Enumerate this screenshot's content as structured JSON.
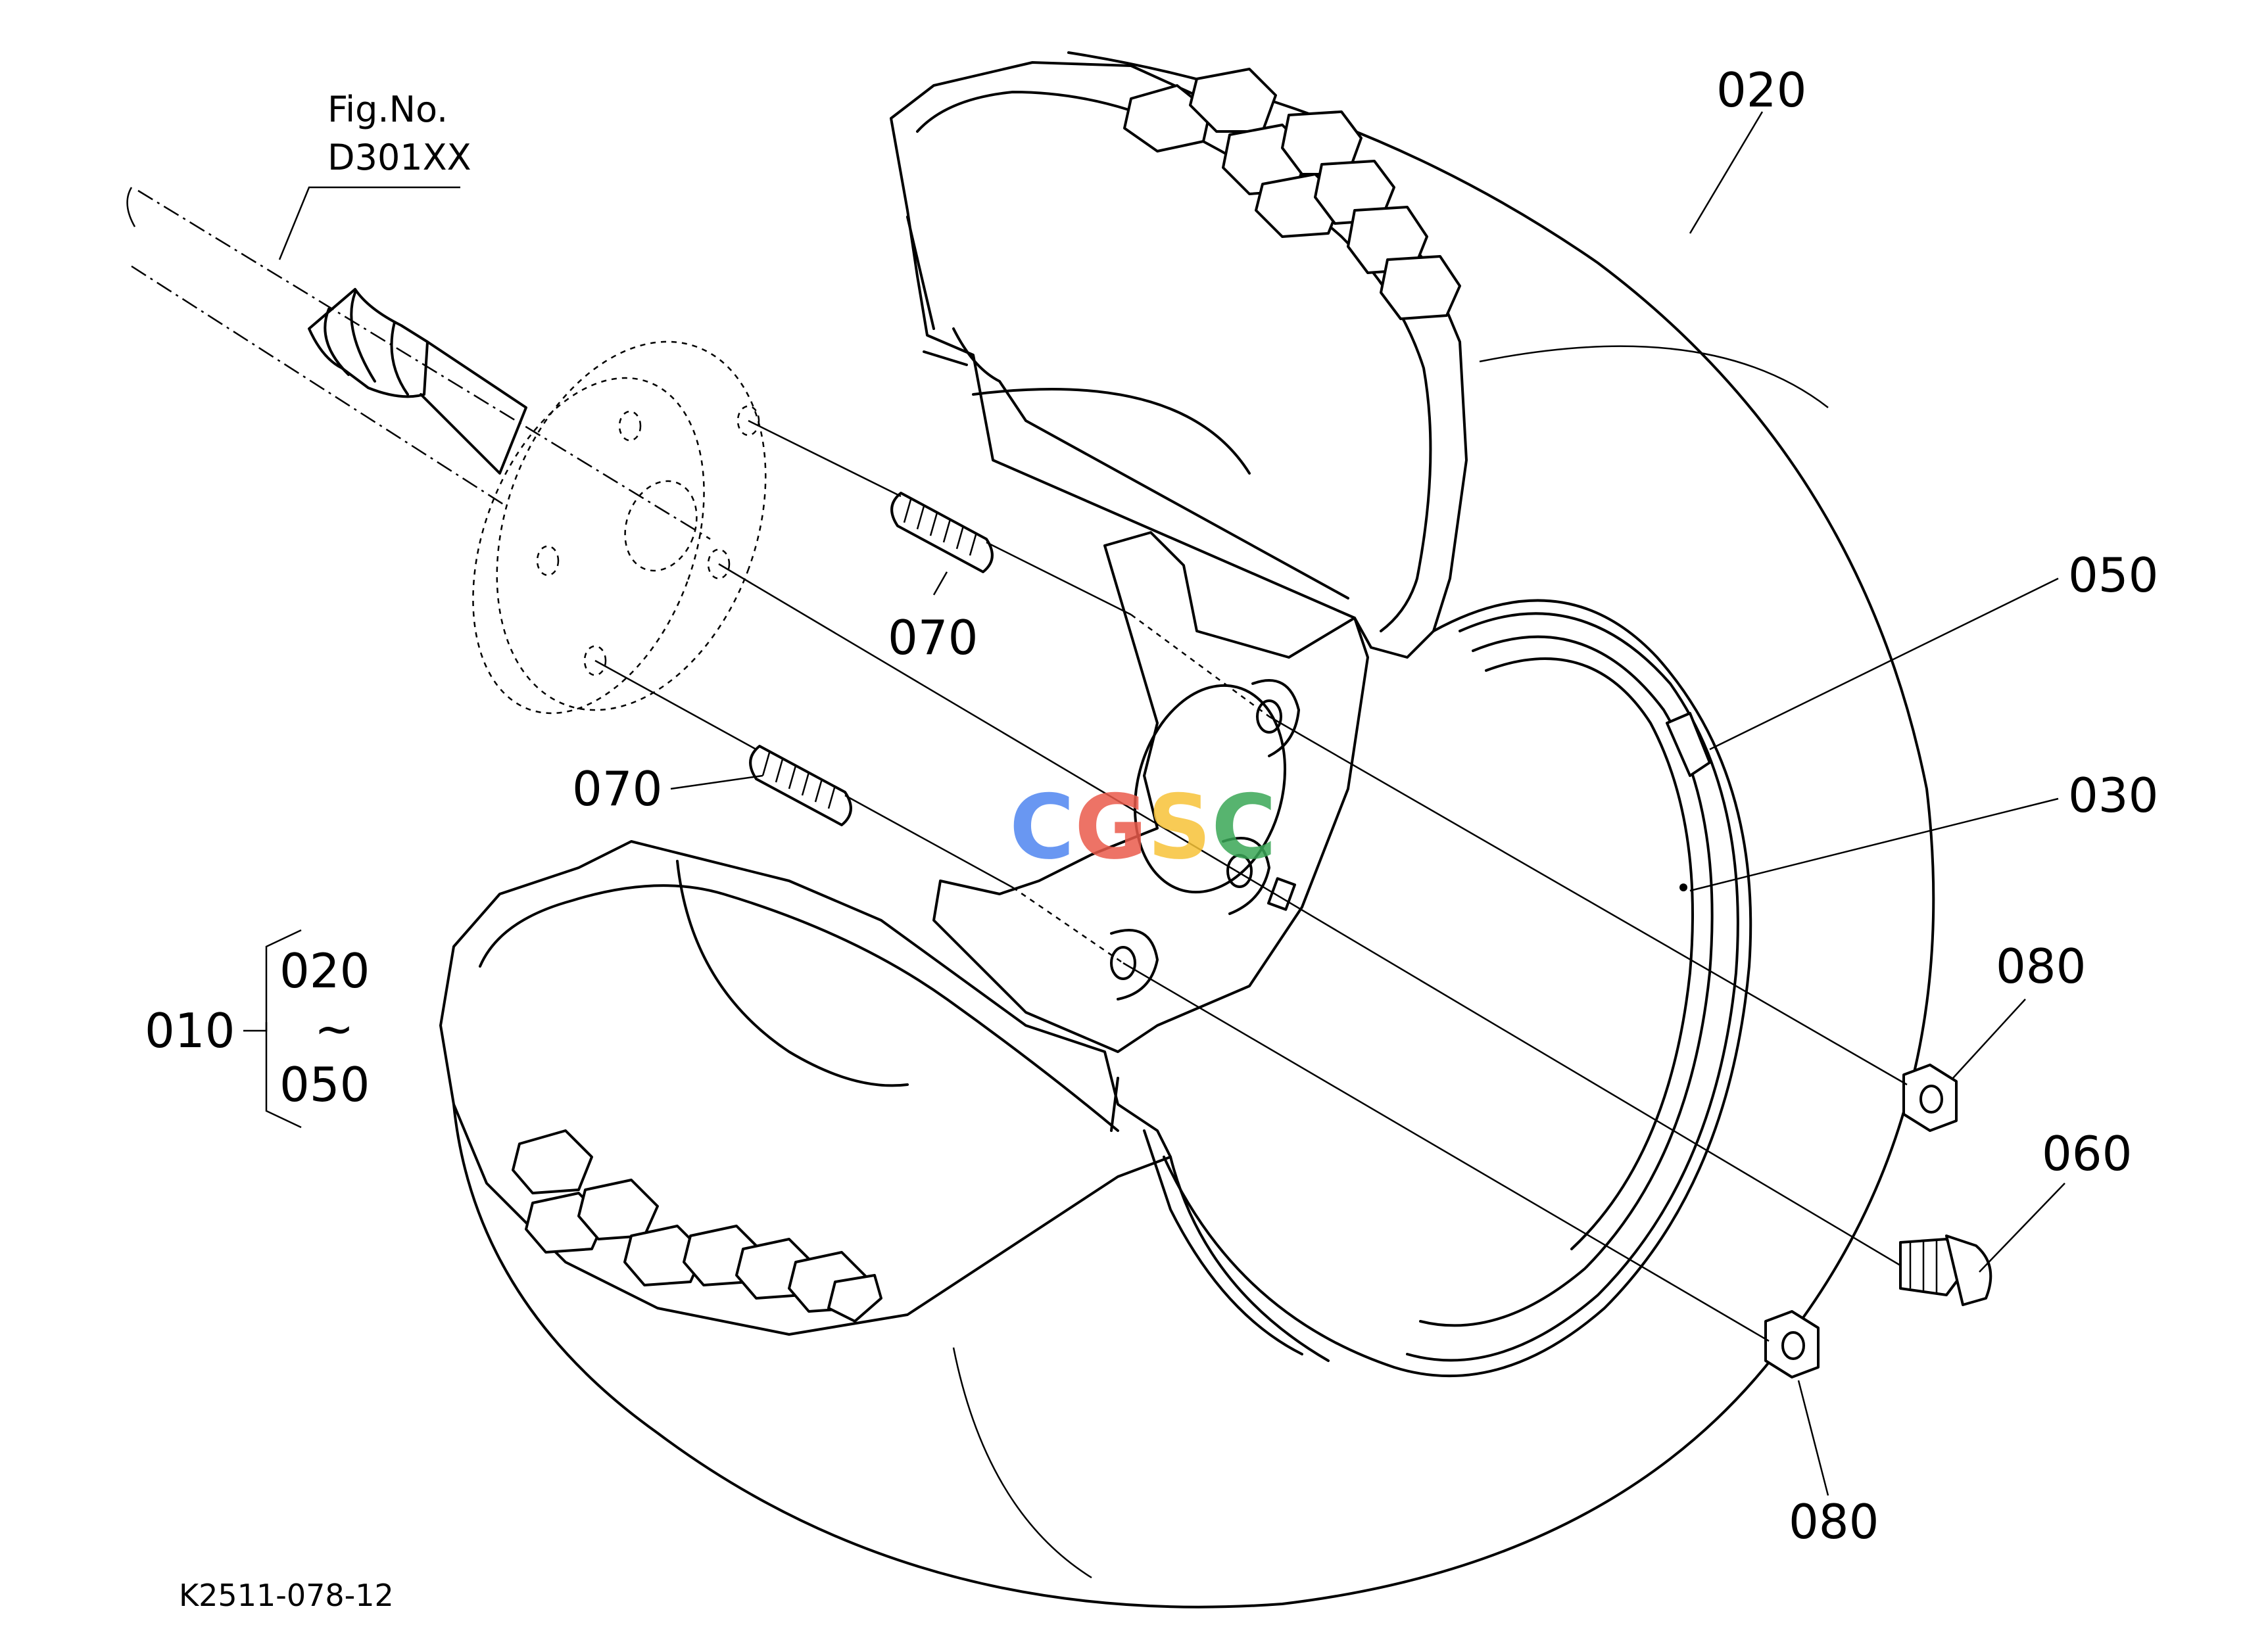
{
  "figure_ref": {
    "line1": "Fig.No.",
    "line2": "D301XX"
  },
  "callouts": {
    "c020": "020",
    "c050": "050",
    "c030": "030",
    "c070a": "070",
    "c070b": "070",
    "c080a": "080",
    "c080b": "080",
    "c060": "060",
    "c010": "010",
    "range_from": "020",
    "range_sep": "~",
    "range_to": "050"
  },
  "drawing_code": "K2511-078-12",
  "watermark": {
    "text": "CGSC",
    "colors": [
      "#4f86f0",
      "#ea5b4c",
      "#f7c338",
      "#3aa757"
    ]
  }
}
